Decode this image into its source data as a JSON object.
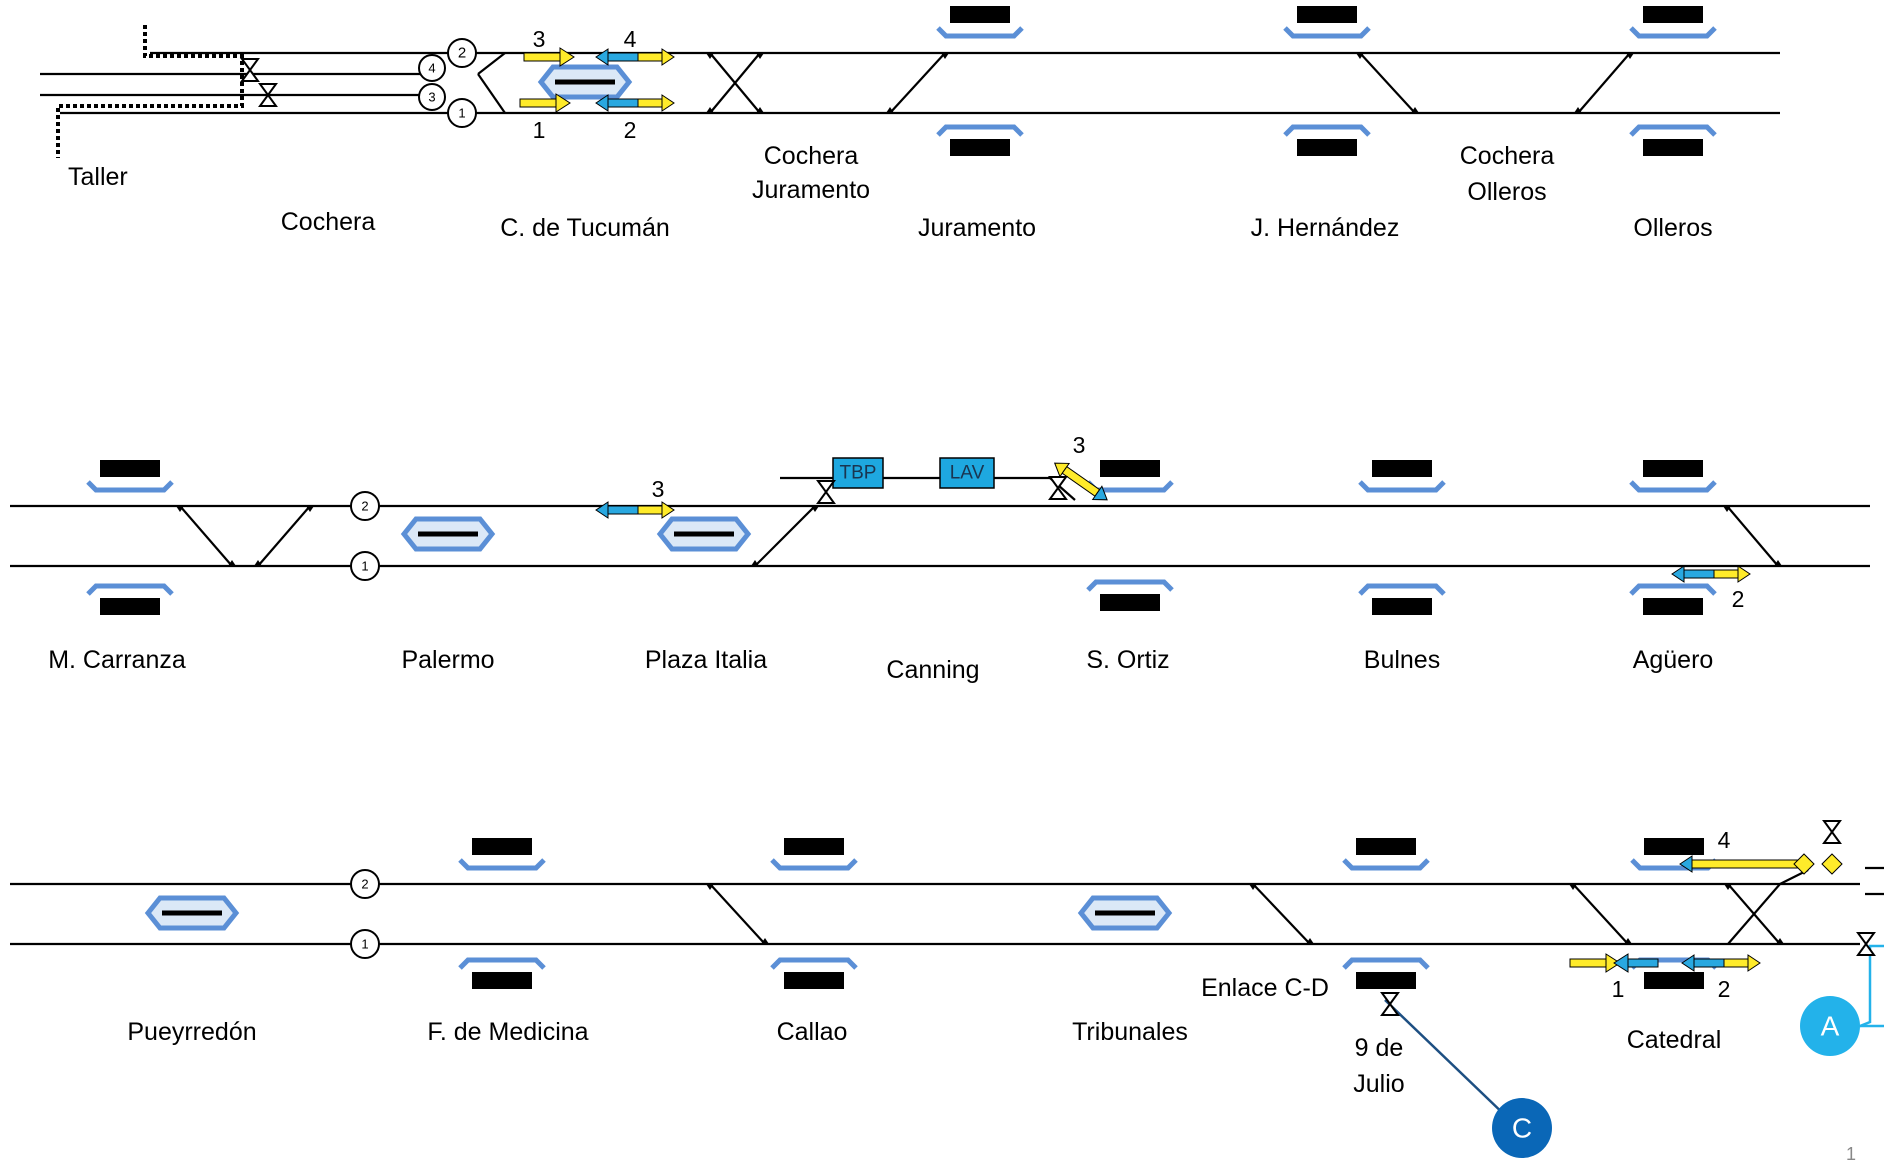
{
  "colors": {
    "track": "#000000",
    "platform_outline": "#5b8fd6",
    "platform_fill": "#dbe8f7",
    "signal_yellow": "#ffeb2a",
    "signal_blue": "#29a8e0",
    "equipment_box": "#1ea8e0",
    "connector_c": "#0a67b7",
    "connector_a": "#23b2ea"
  },
  "row1": {
    "stations": [
      "Cochera",
      "C. de Tucumán",
      "Juramento",
      "J. Hernández",
      "Olleros"
    ],
    "depots": [
      [
        "Cochera",
        "Juramento"
      ],
      [
        "Cochera",
        "Olleros"
      ]
    ],
    "workshop": "Taller",
    "track_numbers": [
      "2",
      "4",
      "3",
      "1"
    ],
    "signal_numbers": [
      "3",
      "4",
      "1",
      "2"
    ]
  },
  "row2": {
    "stations": [
      "M. Carranza",
      "Palermo",
      "Plaza Italia",
      "Canning",
      "S. Ortiz",
      "Bulnes",
      "Agüero"
    ],
    "track_numbers": [
      "2",
      "1"
    ],
    "signal_numbers": [
      "3",
      "3",
      "2"
    ],
    "equipment": [
      "TBP",
      "LAV"
    ]
  },
  "row3": {
    "stations": [
      "Pueyrredón",
      "F. de Medicina",
      "Callao",
      "Tribunales",
      "Catedral"
    ],
    "link_label": "Enlace C-D",
    "station_9_de_julio": [
      "9 de",
      "Julio"
    ],
    "track_numbers": [
      "2",
      "1"
    ],
    "signal_numbers": [
      "4",
      "1",
      "2"
    ],
    "connectors": [
      "C",
      "A"
    ]
  },
  "page_number": "1"
}
